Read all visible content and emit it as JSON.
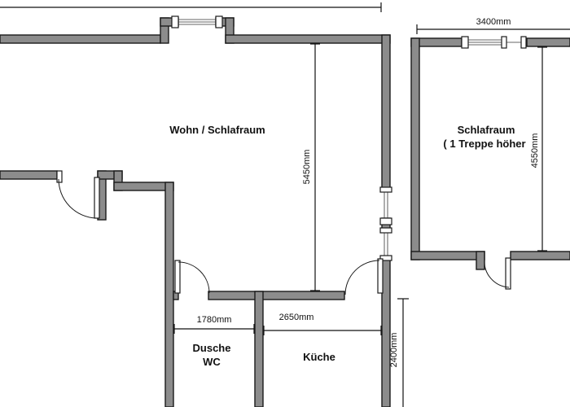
{
  "rooms": {
    "living": "Wohn / Schlafraum",
    "upper_line1": "Schlafraum",
    "upper_line2": "( 1 Treppe höher",
    "shower_line1": "Dusche",
    "shower_line2": "WC",
    "kitchen": "Küche"
  },
  "dimensions": {
    "upper_width": "3400mm",
    "upper_height": "4550mm",
    "living_height": "5450mm",
    "shower_width": "1780mm",
    "kitchen_width": "2650mm",
    "kitchen_height": "2400mm"
  },
  "colors": {
    "wall": "#8c8c8c",
    "line": "#111111",
    "background": "#ffffff"
  }
}
